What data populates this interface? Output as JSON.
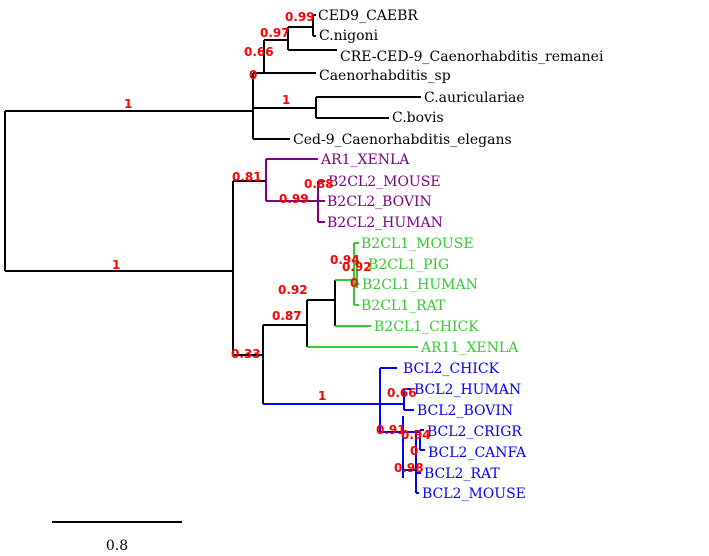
{
  "colors": {
    "black": "#000000",
    "purple": "#800080",
    "green": "#33cc33",
    "blue": "#0000ff",
    "support": "#ff0000"
  },
  "leaves": [
    {
      "id": "ced9_caebr",
      "label": "CED9_CAEBR",
      "group": "black"
    },
    {
      "id": "c_nigoni",
      "label": "C.nigoni",
      "group": "black"
    },
    {
      "id": "cre_ced9",
      "label": "CRE-CED-9_Caenorhabditis_remanei",
      "group": "black"
    },
    {
      "id": "caeno_sp",
      "label": "Caenorhabditis_sp",
      "group": "black"
    },
    {
      "id": "c_auricularia",
      "label": "C.auriculariae",
      "group": "black"
    },
    {
      "id": "c_bovis",
      "label": "C.bovis",
      "group": "black"
    },
    {
      "id": "ced9_elegans",
      "label": "Ced-9_Caenorhabditis_elegans",
      "group": "black"
    },
    {
      "id": "ar1_xenla",
      "label": "AR1_XENLA",
      "group": "purple"
    },
    {
      "id": "b2cl2_mouse",
      "label": "B2CL2_MOUSE",
      "group": "purple"
    },
    {
      "id": "b2cl2_bovin",
      "label": "B2CL2_BOVIN",
      "group": "purple"
    },
    {
      "id": "b2cl2_human",
      "label": "B2CL2_HUMAN",
      "group": "purple"
    },
    {
      "id": "b2cl1_mouse",
      "label": "B2CL1_MOUSE",
      "group": "green"
    },
    {
      "id": "b2cl1_pig",
      "label": "B2CL1_PIG",
      "group": "green"
    },
    {
      "id": "b2cl1_human",
      "label": "B2CL1_HUMAN",
      "group": "green"
    },
    {
      "id": "b2cl1_rat",
      "label": "B2CL1_RAT",
      "group": "green"
    },
    {
      "id": "b2cl1_chick",
      "label": "B2CL1_CHICK",
      "group": "green"
    },
    {
      "id": "ar11_xenla",
      "label": "AR11_XENLA",
      "group": "green"
    },
    {
      "id": "bcl2_chick",
      "label": "BCL2_CHICK",
      "group": "blue"
    },
    {
      "id": "bcl2_human",
      "label": "BCL2_HUMAN",
      "group": "blue"
    },
    {
      "id": "bcl2_bovin",
      "label": "BCL2_BOVIN",
      "group": "blue"
    },
    {
      "id": "bcl2_crigr",
      "label": "BCL2_CRIGR",
      "group": "blue"
    },
    {
      "id": "bcl2_canfa",
      "label": "BCL2_CANFA",
      "group": "blue"
    },
    {
      "id": "bcl2_rat",
      "label": "BCL2_RAT",
      "group": "blue"
    },
    {
      "id": "bcl2_mouse",
      "label": "BCL2_MOUSE",
      "group": "blue"
    }
  ],
  "support_values": [
    {
      "id": "s_caebr_nigoni",
      "value": "0.99"
    },
    {
      "id": "s_remanei",
      "value": "0.97"
    },
    {
      "id": "s_sp",
      "value": "0.66"
    },
    {
      "id": "s_zero_nema",
      "value": "0"
    },
    {
      "id": "s_auric_bovis",
      "value": "1"
    },
    {
      "id": "s_root_nema",
      "value": "1"
    },
    {
      "id": "s_purple",
      "value": "0.81"
    },
    {
      "id": "s_b2cl2_mouse",
      "value": "0.88"
    },
    {
      "id": "s_b2cl2_bovin",
      "value": "0.99"
    },
    {
      "id": "s_root_vert",
      "value": "1"
    },
    {
      "id": "s_b2cl1_94",
      "value": "0.94"
    },
    {
      "id": "s_b2cl1_92",
      "value": "0.92"
    },
    {
      "id": "s_b2cl1_0",
      "value": "0"
    },
    {
      "id": "s_green_92",
      "value": "0.92"
    },
    {
      "id": "s_green_87",
      "value": "0.87"
    },
    {
      "id": "s_vert_33",
      "value": "0.33"
    },
    {
      "id": "s_blue_1",
      "value": "1"
    },
    {
      "id": "s_bcl2_66",
      "value": "0.66"
    },
    {
      "id": "s_bcl2_91",
      "value": "0.91"
    },
    {
      "id": "s_bcl2_94",
      "value": "0.94"
    },
    {
      "id": "s_bcl2_0",
      "value": "0"
    },
    {
      "id": "s_bcl2_98",
      "value": "0.98"
    }
  ],
  "scale_bar": {
    "label": "0.8"
  }
}
